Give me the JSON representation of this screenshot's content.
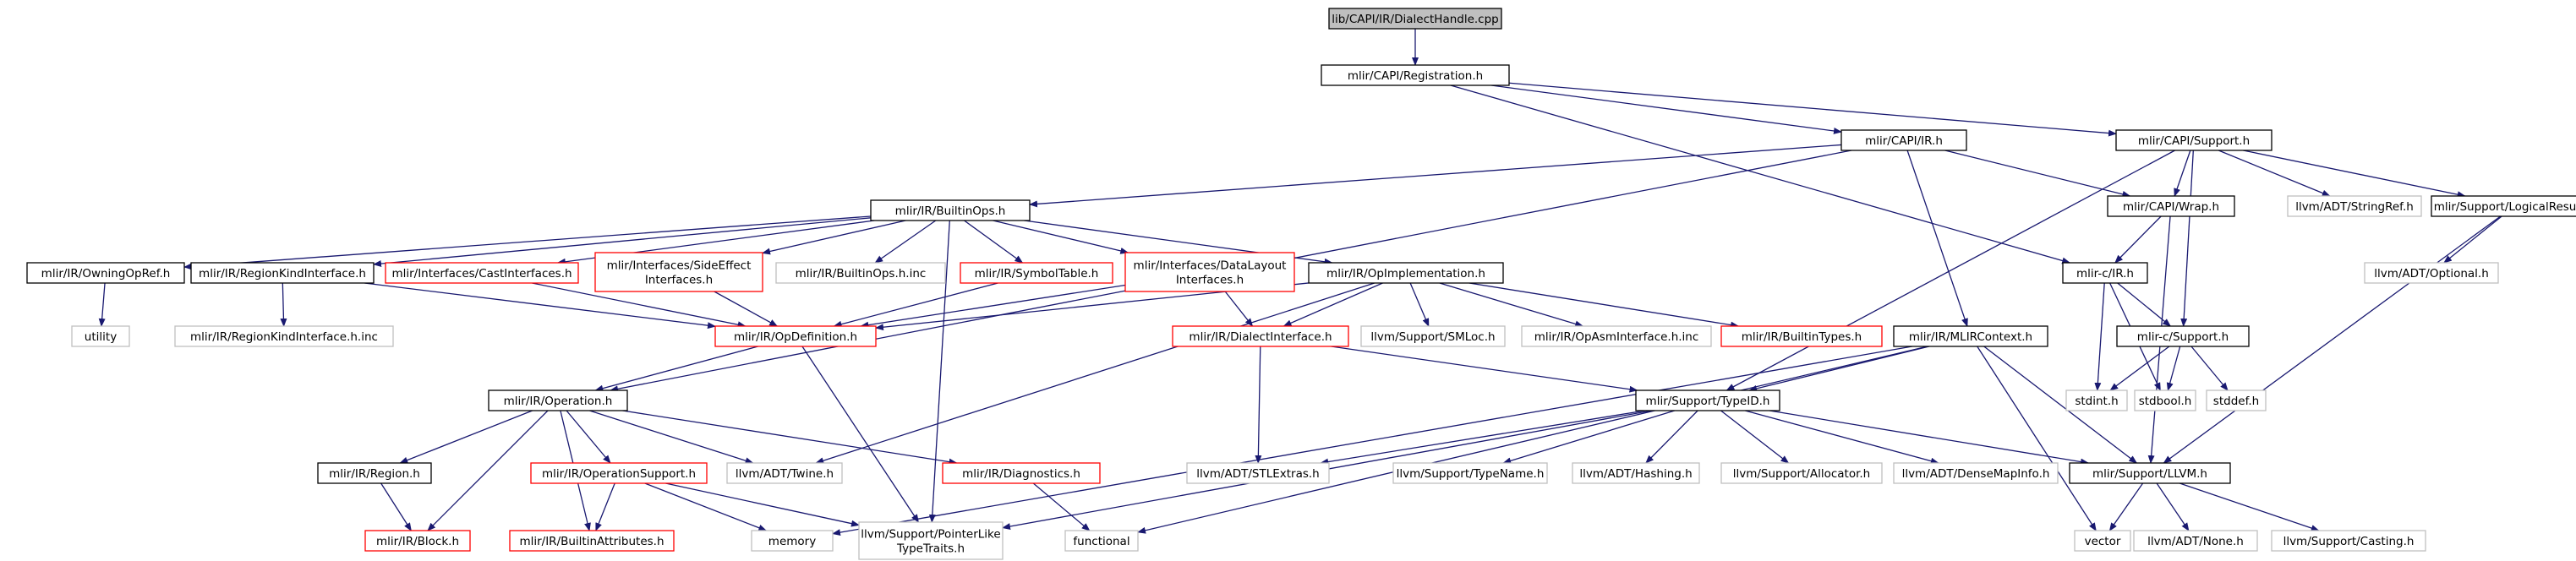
{
  "colors": {
    "edge": "#191970",
    "normal_border": "#000000",
    "gray_border": "#bfbfbf",
    "red_border": "#ff0000",
    "root_fill": "#bfbfbf",
    "text": "#000000",
    "gray_text": "#000000"
  },
  "nodes": [
    {
      "id": "root",
      "label": [
        "lib/CAPI/IR/DialectHandle.cpp"
      ],
      "style": "root"
    },
    {
      "id": "registration",
      "label": [
        "mlir/CAPI/Registration.h"
      ],
      "style": "normal"
    },
    {
      "id": "capi_ir",
      "label": [
        "mlir/CAPI/IR.h"
      ],
      "style": "normal"
    },
    {
      "id": "capi_support",
      "label": [
        "mlir/CAPI/Support.h"
      ],
      "style": "normal"
    },
    {
      "id": "builtinops",
      "label": [
        "mlir/IR/BuiltinOps.h"
      ],
      "style": "normal"
    },
    {
      "id": "capi_wrap",
      "label": [
        "mlir/CAPI/Wrap.h"
      ],
      "style": "normal"
    },
    {
      "id": "stringref",
      "label": [
        "llvm/ADT/StringRef.h"
      ],
      "style": "gray"
    },
    {
      "id": "logicalresult",
      "label": [
        "mlir/Support/LogicalResult.h"
      ],
      "style": "normal"
    },
    {
      "id": "owningopref",
      "label": [
        "mlir/IR/OwningOpRef.h"
      ],
      "style": "normal"
    },
    {
      "id": "regionkind",
      "label": [
        "mlir/IR/RegionKindInterface.h"
      ],
      "style": "normal"
    },
    {
      "id": "castinterfaces",
      "label": [
        "mlir/Interfaces/CastInterfaces.h"
      ],
      "style": "red"
    },
    {
      "id": "sideeffect",
      "label": [
        "mlir/Interfaces/SideEffect",
        "Interfaces.h"
      ],
      "style": "red"
    },
    {
      "id": "builtinops_inc",
      "label": [
        "mlir/IR/BuiltinOps.h.inc"
      ],
      "style": "gray"
    },
    {
      "id": "symboltable",
      "label": [
        "mlir/IR/SymbolTable.h"
      ],
      "style": "red"
    },
    {
      "id": "datalayout",
      "label": [
        "mlir/Interfaces/DataLayout",
        "Interfaces.h"
      ],
      "style": "red"
    },
    {
      "id": "opimpl",
      "label": [
        "mlir/IR/OpImplementation.h"
      ],
      "style": "normal"
    },
    {
      "id": "mlirc_ir",
      "label": [
        "mlir-c/IR.h"
      ],
      "style": "normal"
    },
    {
      "id": "optional",
      "label": [
        "llvm/ADT/Optional.h"
      ],
      "style": "gray"
    },
    {
      "id": "utility",
      "label": [
        "utility"
      ],
      "style": "gray"
    },
    {
      "id": "regionkind_inc",
      "label": [
        "mlir/IR/RegionKindInterface.h.inc"
      ],
      "style": "gray"
    },
    {
      "id": "opdefinition",
      "label": [
        "mlir/IR/OpDefinition.h"
      ],
      "style": "red"
    },
    {
      "id": "dialectinterface",
      "label": [
        "mlir/IR/DialectInterface.h"
      ],
      "style": "red"
    },
    {
      "id": "smloc",
      "label": [
        "llvm/Support/SMLoc.h"
      ],
      "style": "gray"
    },
    {
      "id": "opasminterface",
      "label": [
        "mlir/IR/OpAsmInterface.h.inc"
      ],
      "style": "gray"
    },
    {
      "id": "builtintypes",
      "label": [
        "mlir/IR/BuiltinTypes.h"
      ],
      "style": "red"
    },
    {
      "id": "mlircontext",
      "label": [
        "mlir/IR/MLIRContext.h"
      ],
      "style": "normal"
    },
    {
      "id": "mlirc_support",
      "label": [
        "mlir-c/Support.h"
      ],
      "style": "normal"
    },
    {
      "id": "operation",
      "label": [
        "mlir/IR/Operation.h"
      ],
      "style": "normal"
    },
    {
      "id": "typeid",
      "label": [
        "mlir/Support/TypeID.h"
      ],
      "style": "normal"
    },
    {
      "id": "stdint",
      "label": [
        "stdint.h"
      ],
      "style": "gray"
    },
    {
      "id": "stdbool",
      "label": [
        "stdbool.h"
      ],
      "style": "gray"
    },
    {
      "id": "stddef",
      "label": [
        "stddef.h"
      ],
      "style": "gray"
    },
    {
      "id": "region",
      "label": [
        "mlir/IR/Region.h"
      ],
      "style": "normal"
    },
    {
      "id": "operationsupport",
      "label": [
        "mlir/IR/OperationSupport.h"
      ],
      "style": "red"
    },
    {
      "id": "twine",
      "label": [
        "llvm/ADT/Twine.h"
      ],
      "style": "gray"
    },
    {
      "id": "diagnostics",
      "label": [
        "mlir/IR/Diagnostics.h"
      ],
      "style": "red"
    },
    {
      "id": "stlextras",
      "label": [
        "llvm/ADT/STLExtras.h"
      ],
      "style": "gray"
    },
    {
      "id": "typename",
      "label": [
        "llvm/Support/TypeName.h"
      ],
      "style": "gray"
    },
    {
      "id": "hashing",
      "label": [
        "llvm/ADT/Hashing.h"
      ],
      "style": "gray"
    },
    {
      "id": "allocator",
      "label": [
        "llvm/Support/Allocator.h"
      ],
      "style": "gray"
    },
    {
      "id": "densemapinfo",
      "label": [
        "llvm/ADT/DenseMapInfo.h"
      ],
      "style": "gray"
    },
    {
      "id": "support_llvm",
      "label": [
        "mlir/Support/LLVM.h"
      ],
      "style": "normal"
    },
    {
      "id": "block",
      "label": [
        "mlir/IR/Block.h"
      ],
      "style": "red"
    },
    {
      "id": "builtinattributes",
      "label": [
        "mlir/IR/BuiltinAttributes.h"
      ],
      "style": "red"
    },
    {
      "id": "memory",
      "label": [
        "memory"
      ],
      "style": "gray"
    },
    {
      "id": "pointerlike",
      "label": [
        "llvm/Support/PointerLike",
        "TypeTraits.h"
      ],
      "style": "gray"
    },
    {
      "id": "functional",
      "label": [
        "functional"
      ],
      "style": "gray"
    },
    {
      "id": "vector",
      "label": [
        "vector"
      ],
      "style": "gray"
    },
    {
      "id": "none",
      "label": [
        "llvm/ADT/None.h"
      ],
      "style": "gray"
    },
    {
      "id": "casting",
      "label": [
        "llvm/Support/Casting.h"
      ],
      "style": "gray"
    }
  ],
  "edges": [
    [
      "root",
      "registration"
    ],
    [
      "registration",
      "capi_ir"
    ],
    [
      "registration",
      "capi_support"
    ],
    [
      "registration",
      "mlirc_ir"
    ],
    [
      "capi_ir",
      "builtinops"
    ],
    [
      "capi_ir",
      "capi_wrap"
    ],
    [
      "capi_ir",
      "mlircontext"
    ],
    [
      "capi_ir",
      "operation"
    ],
    [
      "capi_support",
      "capi_wrap"
    ],
    [
      "capi_support",
      "stringref"
    ],
    [
      "capi_support",
      "logicalresult"
    ],
    [
      "capi_support",
      "mlirc_support"
    ],
    [
      "capi_support",
      "typeid"
    ],
    [
      "capi_wrap",
      "mlirc_ir"
    ],
    [
      "capi_wrap",
      "support_llvm"
    ],
    [
      "logicalresult",
      "optional"
    ],
    [
      "logicalresult",
      "support_llvm"
    ],
    [
      "builtinops",
      "owningopref"
    ],
    [
      "builtinops",
      "regionkind"
    ],
    [
      "builtinops",
      "castinterfaces"
    ],
    [
      "builtinops",
      "sideeffect"
    ],
    [
      "builtinops",
      "builtinops_inc"
    ],
    [
      "builtinops",
      "symboltable"
    ],
    [
      "builtinops",
      "datalayout"
    ],
    [
      "builtinops",
      "opimpl"
    ],
    [
      "builtinops",
      "pointerlike"
    ],
    [
      "owningopref",
      "utility"
    ],
    [
      "regionkind",
      "regionkind_inc"
    ],
    [
      "regionkind",
      "opdefinition"
    ],
    [
      "castinterfaces",
      "opdefinition"
    ],
    [
      "sideeffect",
      "opdefinition"
    ],
    [
      "symboltable",
      "opdefinition"
    ],
    [
      "datalayout",
      "opdefinition"
    ],
    [
      "datalayout",
      "dialectinterface"
    ],
    [
      "opimpl",
      "opdefinition"
    ],
    [
      "opimpl",
      "dialectinterface"
    ],
    [
      "opimpl",
      "smloc"
    ],
    [
      "opimpl",
      "opasminterface"
    ],
    [
      "opimpl",
      "builtintypes"
    ],
    [
      "opimpl",
      "twine"
    ],
    [
      "opdefinition",
      "operation"
    ],
    [
      "opdefinition",
      "pointerlike"
    ],
    [
      "dialectinterface",
      "typeid"
    ],
    [
      "dialectinterface",
      "stlextras"
    ],
    [
      "mlirc_ir",
      "mlirc_support"
    ],
    [
      "mlirc_ir",
      "stdint"
    ],
    [
      "mlirc_ir",
      "stdbool"
    ],
    [
      "mlirc_support",
      "stdint"
    ],
    [
      "mlirc_support",
      "stdbool"
    ],
    [
      "mlirc_support",
      "stddef"
    ],
    [
      "mlircontext",
      "typeid"
    ],
    [
      "mlircontext",
      "support_llvm"
    ],
    [
      "mlircontext",
      "memory"
    ],
    [
      "mlircontext",
      "vector"
    ],
    [
      "mlircontext",
      "functional"
    ],
    [
      "operation",
      "region"
    ],
    [
      "operation",
      "operationsupport"
    ],
    [
      "operation",
      "twine"
    ],
    [
      "operation",
      "diagnostics"
    ],
    [
      "operation",
      "block"
    ],
    [
      "operation",
      "builtinattributes"
    ],
    [
      "region",
      "block"
    ],
    [
      "operationsupport",
      "builtinattributes"
    ],
    [
      "operationsupport",
      "memory"
    ],
    [
      "operationsupport",
      "pointerlike"
    ],
    [
      "diagnostics",
      "functional"
    ],
    [
      "typeid",
      "stlextras"
    ],
    [
      "typeid",
      "typename"
    ],
    [
      "typeid",
      "hashing"
    ],
    [
      "typeid",
      "allocator"
    ],
    [
      "typeid",
      "densemapinfo"
    ],
    [
      "typeid",
      "support_llvm"
    ],
    [
      "typeid",
      "pointerlike"
    ],
    [
      "support_llvm",
      "vector"
    ],
    [
      "support_llvm",
      "none"
    ],
    [
      "support_llvm",
      "casting"
    ]
  ]
}
